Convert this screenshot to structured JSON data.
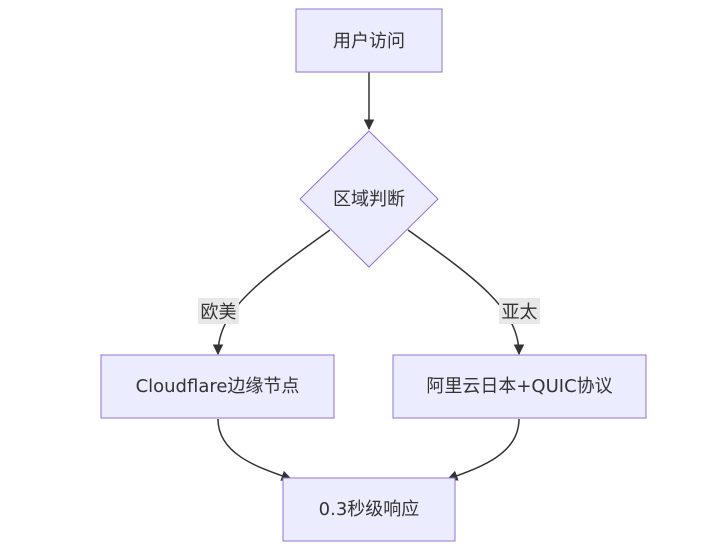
{
  "nodes": {
    "user_visit": "用户访问",
    "region_check": "区域判断",
    "cloudflare": "Cloudflare边缘节点",
    "aliyun": "阿里云日本+QUIC协议",
    "response": "0.3秒级响应"
  },
  "edges": {
    "eu_us": "欧美",
    "asia_pacific": "亚太"
  },
  "colors": {
    "node_fill": "#ececff",
    "node_stroke": "#9370db",
    "edge": "#333333",
    "label_bg": "#e8e8e8"
  }
}
